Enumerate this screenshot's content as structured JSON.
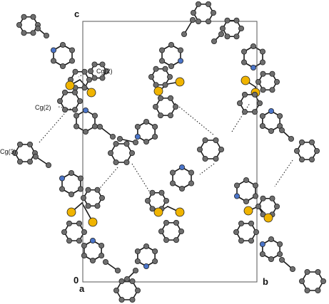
{
  "axes": {
    "c_label": "c",
    "origin_label": "0",
    "a_label": "a",
    "b_label": "b"
  },
  "centroids": [
    {
      "id": "cg2-top",
      "label": "Cg(2)"
    },
    {
      "id": "cg2-mid",
      "label": "Cg(2)"
    },
    {
      "id": "cg3",
      "label": "Cg(3)"
    }
  ],
  "colors": {
    "carbon": "#6e6e6e",
    "sulfur": "#f0b400",
    "nitrogen": "#4a74c8",
    "bond": "#1a1a1a",
    "cell": "#555555",
    "contact": "#222222"
  },
  "atom_legend": {
    "carbon-icon": "carbon",
    "sulfur-icon": "sulfur",
    "nitrogen-icon": "nitrogen"
  }
}
